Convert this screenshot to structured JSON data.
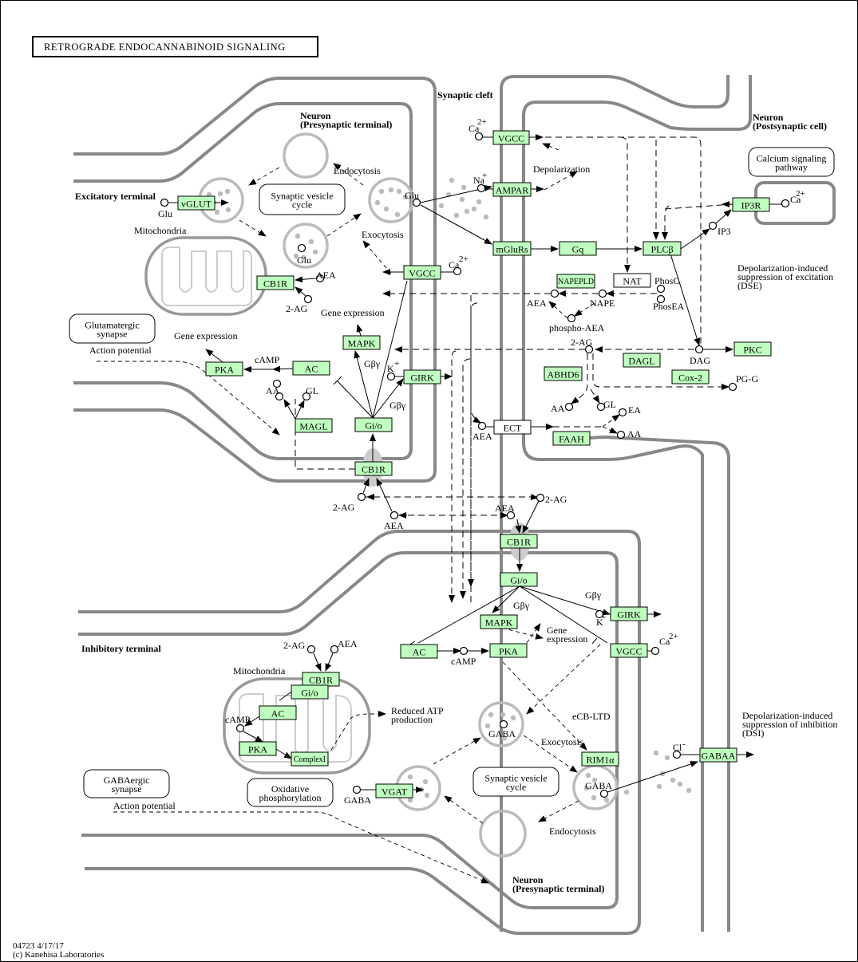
{
  "title": "RETROGRADE ENDOCANNABINOID SIGNALING",
  "footer": {
    "id_date": "04723 4/17/17",
    "copyright": "(c) Kanehisa Laboratories"
  },
  "colors": {
    "gene_fill": "#bfffbf",
    "membrane": "#888888",
    "vesicle": "#bbbbbb",
    "shadow": "#cccccc"
  },
  "regions": {
    "presyn_top": "Neuron",
    "presyn_top_sub": "(Presynaptic terminal)",
    "cleft": "Synaptic cleft",
    "postsyn": "Neuron",
    "postsyn_sub": "(Postsynaptic cell)",
    "excitatory": "Excitatory terminal",
    "inhibitory": "Inhibitory terminal",
    "presyn_bottom": "Neuron",
    "presyn_bottom_sub": "(Presynaptic terminal)"
  },
  "maps": {
    "svc_top": [
      "Synaptic vesicle",
      "cycle"
    ],
    "glutamatergic": [
      "Glutamatergic",
      "synapse"
    ],
    "calcium": [
      "Calcium signaling",
      "pathway"
    ],
    "gabaergic": [
      "GABAergic",
      "synapse"
    ],
    "oxphos": [
      "Oxidative",
      "phosphorylation"
    ],
    "svc_bottom": [
      "Synaptic vesicle",
      "cycle"
    ]
  },
  "genes": {
    "vglut": "vGLUT",
    "vgcc_post": "VGCC",
    "ampar": "AMPAR",
    "mglurs": "mGluRs",
    "gq": "Gq",
    "plcb": "PLCβ",
    "ip3r": "IP3R",
    "vgcc_pre": "VGCC",
    "cb1r_mito": "CB1R",
    "napepld": "NAPEPLD",
    "nat": "NAT",
    "mapk_top": "MAPK",
    "pkc": "PKC",
    "pka_top": "PKA",
    "ac_top": "AC",
    "girk_top": "GIRK",
    "dagl": "DAGL",
    "abhd6": "ABHD6",
    "cox2": "Cox-2",
    "magl": "MAGL",
    "gio_top": "Gi/o",
    "ect": "ECT",
    "faah": "FAAH",
    "cb1r_top": "CB1R",
    "cb1r_bottom": "CB1R",
    "gio_bottom": "Gi/o",
    "girk_bottom": "GIRK",
    "mapk_bottom": "MAPK",
    "ac_bottom": "AC",
    "pka_bottom": "PKA",
    "vgcc_bottom": "VGCC",
    "cb1r_mito2": "CB1R",
    "gio_mito": "Gi/o",
    "ac_mito": "AC",
    "pka_mito": "PKA",
    "complex1": "ComplexI",
    "rim1a": "RIM1α",
    "gabaa": "GABAA",
    "vgat": "VGAT"
  },
  "labels": {
    "mito_top": "Mitochondria",
    "endocytosis_top": "Endocytosis",
    "exocytosis_top": "Exocytosis",
    "glu": "Glu",
    "glu_cleft": "Glu",
    "glu_vesicle": "Glu",
    "ca_vgcc_post": "Ca",
    "ca_vgcc_post_sup": "2+",
    "na": "Na",
    "na_sup": "+",
    "depolarization": "Depolarization",
    "ca_ip3r": "Ca",
    "ca_ip3r_sup": "2+",
    "ip3": "IP3",
    "ca_vgcc_pre": "Ca",
    "ca_vgcc_pre_sup": "2+",
    "aea_mito": "AEA",
    "two_ag_mito": "2-AG",
    "gene_expr_mapk": "Gene expression",
    "gene_expr_pka": "Gene expression",
    "dse": [
      "Depolarization-induced",
      "suppression of excitation",
      "(DSE)"
    ],
    "phosc": "PhosC",
    "phosea": "PhosEA",
    "aea_nape": "AEA",
    "nape": "NAPE",
    "phospho_aea": "phospho-AEA",
    "action_potential_top": "Action potential",
    "camp_top": "cAMP",
    "gby_mapk": "Gβγ",
    "gby_girk": "Gβγ",
    "k_top": "K",
    "k_top_sup": "+",
    "two_ag_post": "2-AG",
    "dag": "DAG",
    "pgg": "PG-G",
    "aa_magl": "AA",
    "gl_magl": "GL",
    "aa_abhd": "AA",
    "gl_abhd": "GL",
    "ea": "EA",
    "aa_faah": "AA",
    "aea_ect": "AEA",
    "two_ag_left": "2-AG",
    "aea_left": "AEA",
    "two_ag_right": "2-AG",
    "aea_right": "AEA",
    "gby_bottom_girk": "Gβγ",
    "gby_bottom_mapk": "Gβγ",
    "k_bottom": "K",
    "k_bottom_sup": "+",
    "gene_expr_bottom": [
      "Gene",
      "expression"
    ],
    "camp_bottom": "cAMP",
    "ca_bottom": "Ca",
    "ca_bottom_sup": "2+",
    "two_ag_inh": "2-AG",
    "aea_inh": "AEA",
    "mito_bottom": "Mitochondria",
    "camp_mito": "cAMP",
    "reduced_atp": [
      "Reduced ATP",
      "production"
    ],
    "ecb_ltd": "eCB-LTD",
    "gaba_vesicle": "GABA",
    "exocytosis_bottom": "Exocytosis",
    "gaba_release": "GABA",
    "cl": "Cl",
    "cl_sup": "-",
    "dsi": [
      "Depolarization-induced",
      "suppression of inhibition",
      "(DSI)"
    ],
    "action_potential_bottom": "Action potential",
    "gaba_vgat": "GABA",
    "endocytosis_bottom": "Endocytosis"
  }
}
